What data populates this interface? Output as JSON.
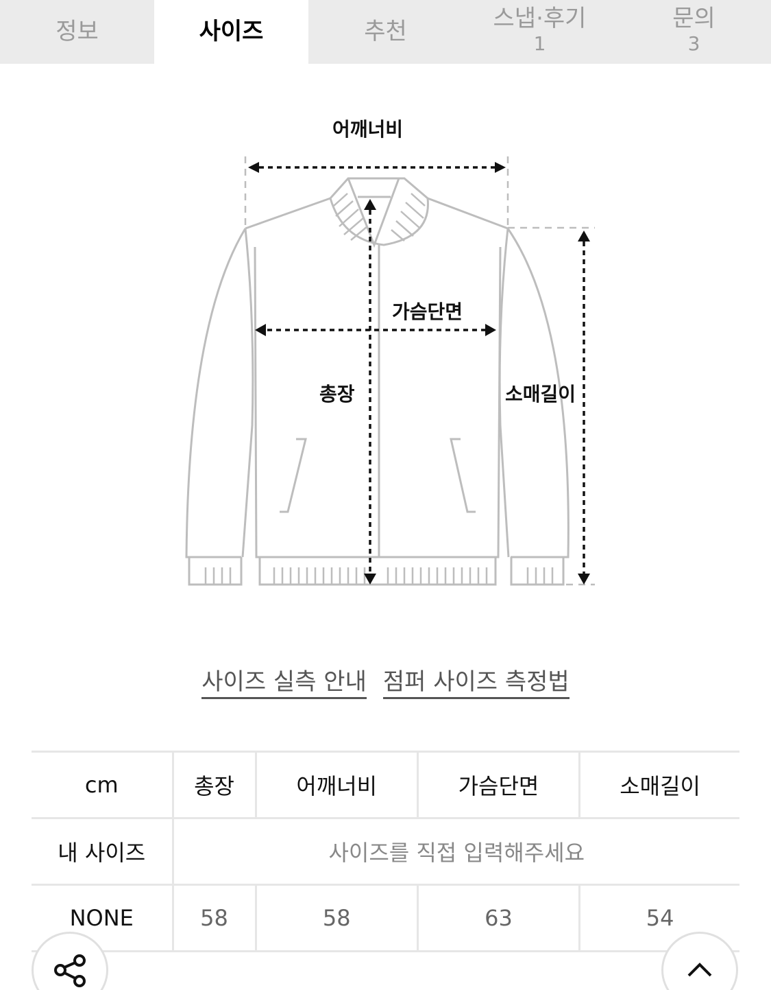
{
  "tabs": [
    {
      "label": "정보",
      "count": null,
      "active": false
    },
    {
      "label": "사이즈",
      "count": null,
      "active": true
    },
    {
      "label": "추천",
      "count": null,
      "active": false
    },
    {
      "label": "스냅·후기",
      "count": "1",
      "active": false
    },
    {
      "label": "문의",
      "count": "3",
      "active": false
    }
  ],
  "diagram": {
    "labels": {
      "shoulder": "어깨너비",
      "chest": "가슴단면",
      "length": "총장",
      "sleeve": "소매길이"
    },
    "colors": {
      "outline": "#bdbdbd",
      "arrow": "#111111"
    }
  },
  "guide_links": [
    {
      "label": "사이즈 실측 안내"
    },
    {
      "label": "점퍼 사이즈 측정법"
    }
  ],
  "size_table": {
    "unit": "cm",
    "columns": [
      "총장",
      "어깨너비",
      "가슴단면",
      "소매길이"
    ],
    "my_size": {
      "label": "내 사이즈",
      "placeholder": "사이즈를 직접 입력해주세요"
    },
    "rows": [
      {
        "size": "NONE",
        "values": [
          "58",
          "58",
          "63",
          "54"
        ]
      }
    ]
  },
  "fab": {
    "share_icon": "share-icon",
    "top_icon": "chevron-up-icon"
  }
}
